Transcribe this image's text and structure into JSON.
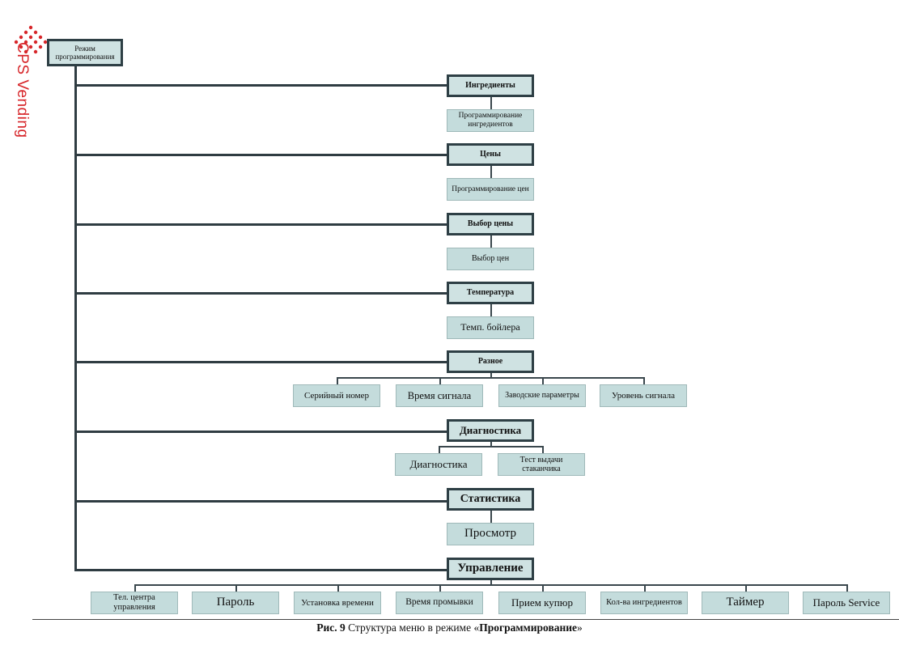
{
  "logo": {
    "text": "CPS Vending",
    "color": "#d7262a"
  },
  "root": {
    "label": "Режим программирования"
  },
  "sections": [
    {
      "label": "Ингредиенты",
      "children": [
        "Программирование ингредиентов"
      ]
    },
    {
      "label": "Цены",
      "children": [
        "Программирование цен"
      ]
    },
    {
      "label": "Выбор цены",
      "children": [
        "Выбор цен"
      ]
    },
    {
      "label": "Температура",
      "children": [
        "Темп. бойлера"
      ]
    },
    {
      "label": "Разное",
      "children": [
        "Серийный номер",
        "Время сигнала",
        "Заводские параметры",
        "Уровень сигнала"
      ]
    },
    {
      "label": "Диагностика",
      "children": [
        "Диагностика",
        "Тест выдачи стаканчика"
      ]
    },
    {
      "label": "Статистика",
      "children": [
        "Просмотр"
      ]
    },
    {
      "label": "Управление",
      "children": [
        "Тел. центра управления",
        "Пароль",
        "Установка времени",
        "Время промывки",
        "Прием купюр",
        "Кол-ва ингредиентов",
        "Таймер",
        "Пароль Service"
      ]
    }
  ],
  "caption": {
    "fig": "Рис. 9",
    "text": " Структура меню в режиме «",
    "bold": "Программирование",
    "end": "»"
  },
  "colors": {
    "node_fill": "#cfe2e2",
    "sub_fill": "#c4dcdc",
    "border": "#2e3f45",
    "shadow": "#b8bcbc"
  }
}
